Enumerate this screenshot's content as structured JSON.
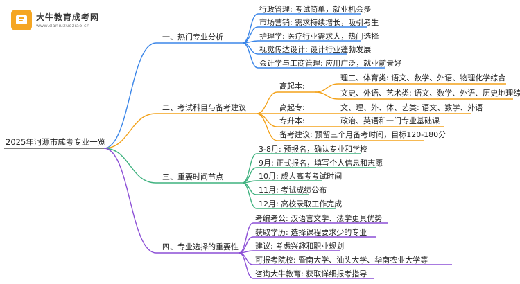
{
  "brand": {
    "name": "大牛教育成考网",
    "url": "www.daniuzueziao.cn"
  },
  "colors": {
    "blue": "#3b86e8",
    "orange": "#f3a21a",
    "green": "#3fb27f",
    "purple": "#8c4fd6"
  },
  "root": "2025年河源市成考专业一览",
  "branches": [
    {
      "label": "一、热门专业分析",
      "children": [
        {
          "text": "行政管理: 考试简单，就业机会多"
        },
        {
          "text": "市场营销: 需求持续增长，吸引考生"
        },
        {
          "text": "护理学: 医疗行业需求大，热门选择"
        },
        {
          "text": "视觉传达设计: 设计行业蓬勃发展"
        },
        {
          "text": "会计学与工商管理: 应用广泛，就业前景好"
        }
      ]
    },
    {
      "label": "二、考试科目与备考建议",
      "children": [
        {
          "text": "高起本:",
          "children": [
            {
              "text": "理工、体育类: 语文、数学、外语、物理化学综合"
            },
            {
              "text": "文史、外语、艺术类: 语文、数学、外语、历史地理综合"
            }
          ]
        },
        {
          "text": "高起专:",
          "children": [
            {
              "text": "文、理、外、体、艺类: 语文、数学、外语"
            }
          ]
        },
        {
          "text": "专升本:",
          "children": [
            {
              "text": "政治、英语和一门专业基础课"
            }
          ]
        },
        {
          "text": "备考建议: 预留三个月备考时间，目标120-180分"
        }
      ]
    },
    {
      "label": "三、重要时间节点",
      "children": [
        {
          "text": "3-8月: 预报名，确认专业和学校"
        },
        {
          "text": "9月: 正式报名，填写个人信息和志愿"
        },
        {
          "text": "10月: 成人高考考试时间"
        },
        {
          "text": "11月: 考试成绩公布"
        },
        {
          "text": "12月: 高校录取工作完成"
        }
      ]
    },
    {
      "label": "四、专业选择的重要性",
      "children": [
        {
          "text": "考编考公: 汉语言文学、法学更具优势"
        },
        {
          "text": "获取学历: 选择课程要求少的专业"
        },
        {
          "text": "建议: 考虑兴趣和职业规划"
        },
        {
          "text": "可报考院校: 暨南大学、汕头大学、华南农业大学等"
        },
        {
          "text": "咨询大牛教育: 获取详细报考指导"
        }
      ]
    }
  ]
}
